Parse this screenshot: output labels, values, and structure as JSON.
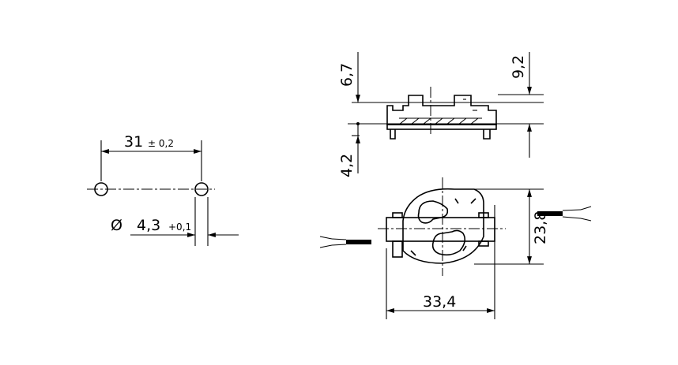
{
  "drawing": {
    "hole_pitch": {
      "value": "31",
      "tolerance": "± 0,2"
    },
    "hole_diameter": {
      "symbol": "Ø",
      "value": "4,3",
      "tolerance": "+0,1"
    },
    "height_top": "6,7",
    "height_total": "9,2",
    "height_bottom": "4,2",
    "width": "33,4",
    "depth": "23,8"
  }
}
